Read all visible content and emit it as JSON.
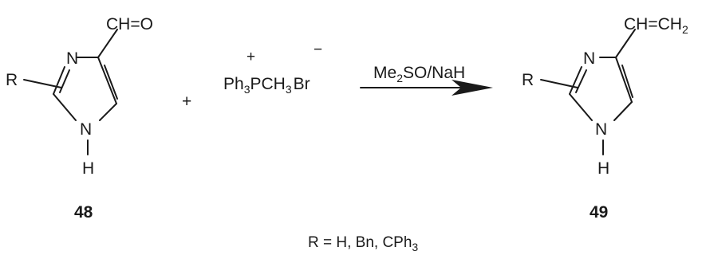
{
  "reactant": {
    "aldehyde_group": "CH=O",
    "ring_n_top": "N",
    "ring_n_bottom": "N",
    "nh_hydrogen": "H",
    "substituent": "R",
    "label": "48"
  },
  "plus_sign": "+",
  "reagent": {
    "ph3": "Ph",
    "ph3_sub": "3",
    "pch3": "PCH",
    "ch3_sub": "3",
    "br": "Br",
    "cation_charge": "+",
    "anion_charge": "−"
  },
  "conditions": {
    "me": "Me",
    "me_sub": "2",
    "rest": "SO/NaH"
  },
  "product": {
    "vinyl_ch": "CH=CH",
    "vinyl_sub": "2",
    "ring_n_top": "N",
    "ring_n_bottom": "N",
    "nh_hydrogen": "H",
    "substituent": "R",
    "label": "49"
  },
  "r_definition": {
    "prefix": "R = H, Bn, CPh",
    "sub": "3"
  }
}
